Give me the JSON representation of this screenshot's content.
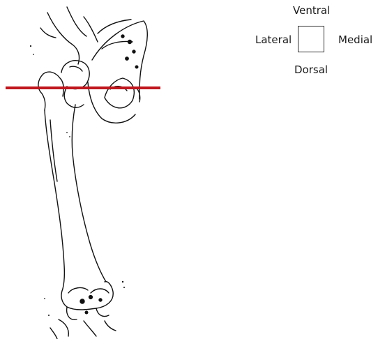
{
  "orientation": {
    "ventral": "Ventral",
    "lateral": "Lateral",
    "medial": "Medial",
    "dorsal": "Dorsal"
  },
  "colors": {
    "section_line": "#c0161d",
    "outline": "#111111"
  }
}
